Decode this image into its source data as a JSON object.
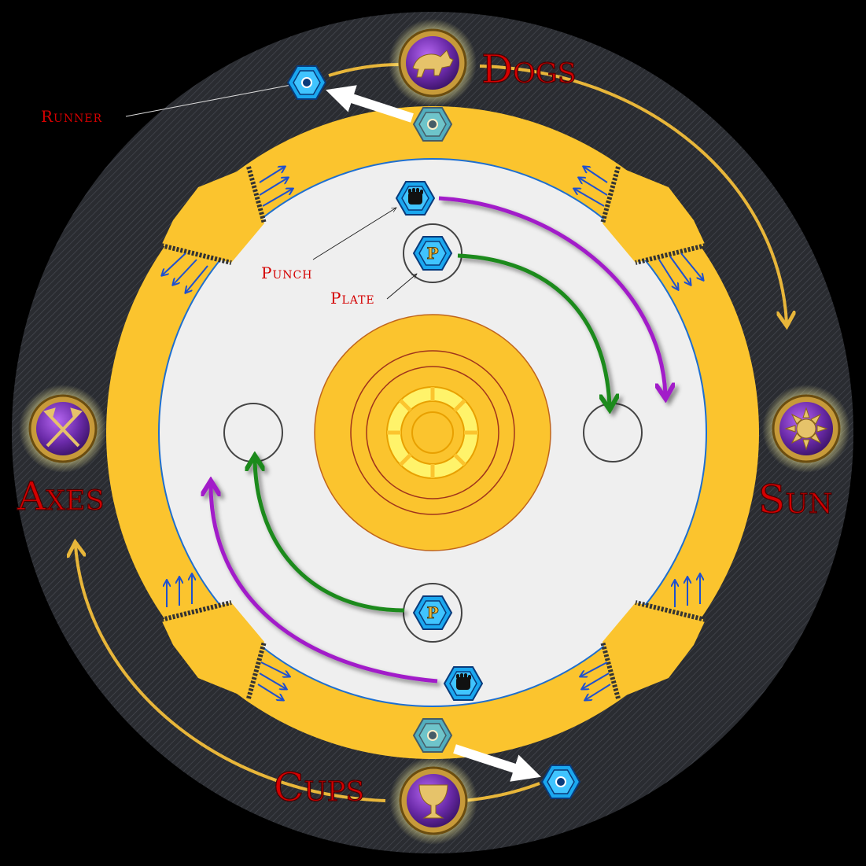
{
  "houses": {
    "dogs": {
      "label": "Dogs",
      "icon": "dog-icon"
    },
    "sun": {
      "label": "Sun",
      "icon": "sun-icon"
    },
    "cups": {
      "label": "Cups",
      "icon": "chalice-icon"
    },
    "axes": {
      "label": "Axes",
      "icon": "crossed-axes-icon"
    }
  },
  "callouts": {
    "runner": "Runner",
    "punch": "Punch",
    "plate": "Plate"
  },
  "tokens": {
    "plate_letter": "P",
    "punch_icon": "fist-icon",
    "runner_icon": "eye-icon"
  },
  "colors": {
    "background": "#000000",
    "outer_ring": "#2b2d33",
    "gold": "#fbc42e",
    "board": "#efefef",
    "blue_line": "#1e6fd0",
    "label_red": "#d40000",
    "arrow_gold": "#e8b63a",
    "arrow_purple": "#a21fc9",
    "arrow_green": "#1a8a1a",
    "token_blue": "#1aa7ef",
    "house_purple": "#6a2aa8"
  }
}
